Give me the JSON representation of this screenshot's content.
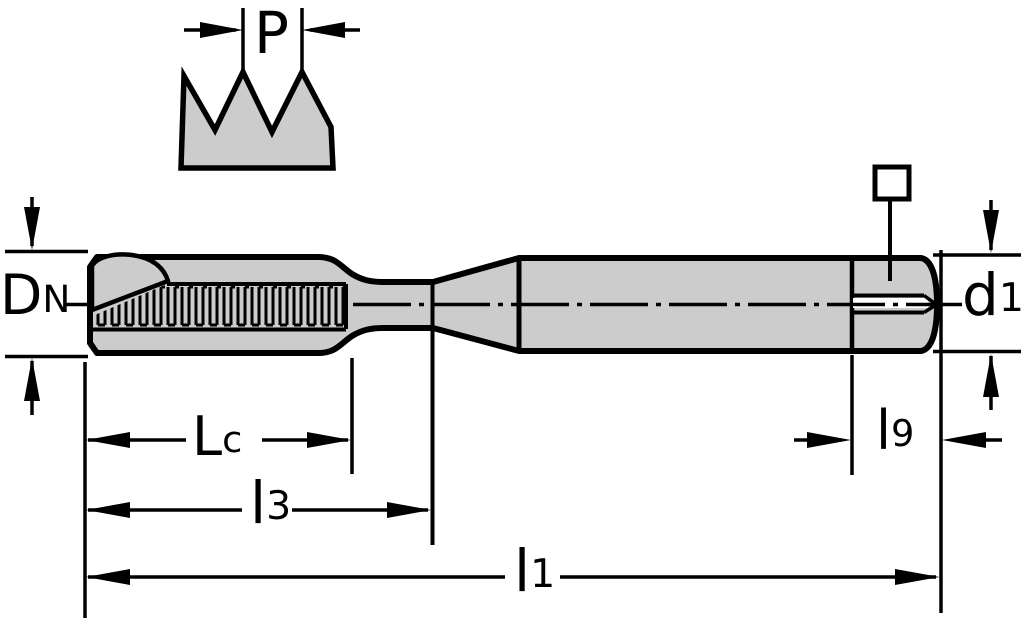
{
  "drawing": {
    "type": "technical-dimension-drawing",
    "subject": "machine-tap-side-view",
    "colors": {
      "body_fill": "#cccccc",
      "line": "#000000",
      "background": "#ffffff"
    },
    "icons": {
      "square_drive": "square-drive-symbol"
    },
    "labels": {
      "pitch": {
        "main": "P",
        "sub": ""
      },
      "nominal_diameter": {
        "main": "D",
        "sub": "N"
      },
      "shank_diameter": {
        "main": "d",
        "sub": "1"
      },
      "chamfer_length": {
        "main": "L",
        "sub": "c"
      },
      "thread_length": {
        "main": "l",
        "sub": "3"
      },
      "overall_length": {
        "main": "l",
        "sub": "1"
      },
      "square_length": {
        "main": "l",
        "sub": "9"
      }
    }
  }
}
